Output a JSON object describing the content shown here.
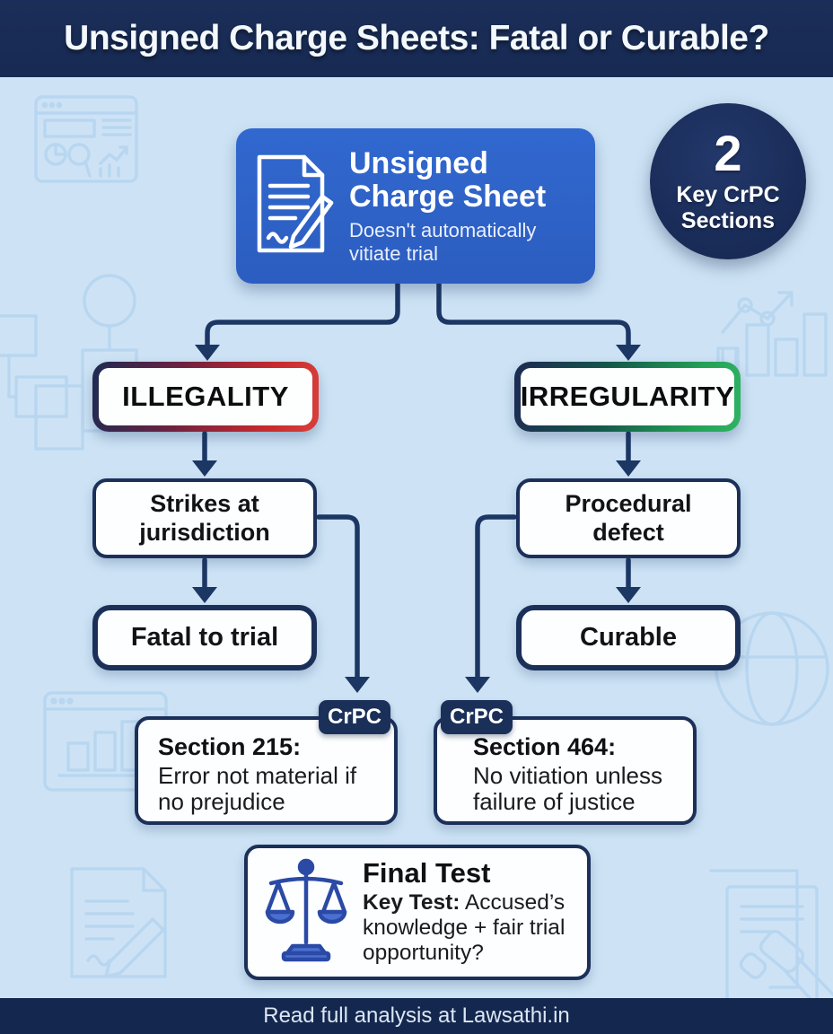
{
  "header": {
    "title": "Unsigned Charge Sheets: Fatal or Curable?"
  },
  "main_card": {
    "icon": "document-pencil-icon",
    "title_line1": "Unsigned",
    "title_line2": "Charge Sheet",
    "subtitle": "Doesn't automatically vitiate trial"
  },
  "badge": {
    "number": "2",
    "label": "Key CrPC Sections"
  },
  "branches": {
    "left": {
      "label": "ILLEGALITY",
      "accent": "#d32b2d",
      "step1": "Strikes at jurisdiction",
      "step2": "Fatal to trial"
    },
    "right": {
      "label": "IRREGULARITY",
      "accent": "#27a65c",
      "step1": "Procedural defect",
      "step2": "Curable"
    }
  },
  "sections": [
    {
      "tag": "CrPC",
      "title": "Section 215:",
      "body": "Error not material if no prejudice"
    },
    {
      "tag": "CrPC",
      "title": "Section 464:",
      "body": "No vitiation unless failure of justice"
    }
  ],
  "final_test": {
    "icon": "scales-of-justice-icon",
    "title": "Final Test",
    "key_label": "Key Test:",
    "body": " Accused’s knowledge + fair trial opportunity?"
  },
  "footer": {
    "text": "Read full analysis at Lawsathi.in"
  },
  "colors": {
    "header_navy": "#172a52",
    "background_blue": "#cde3f5",
    "card_blue": "#2e62c8",
    "border_navy": "#1b3059",
    "red_accent": "#d32b2d",
    "green_accent": "#27a65c"
  }
}
